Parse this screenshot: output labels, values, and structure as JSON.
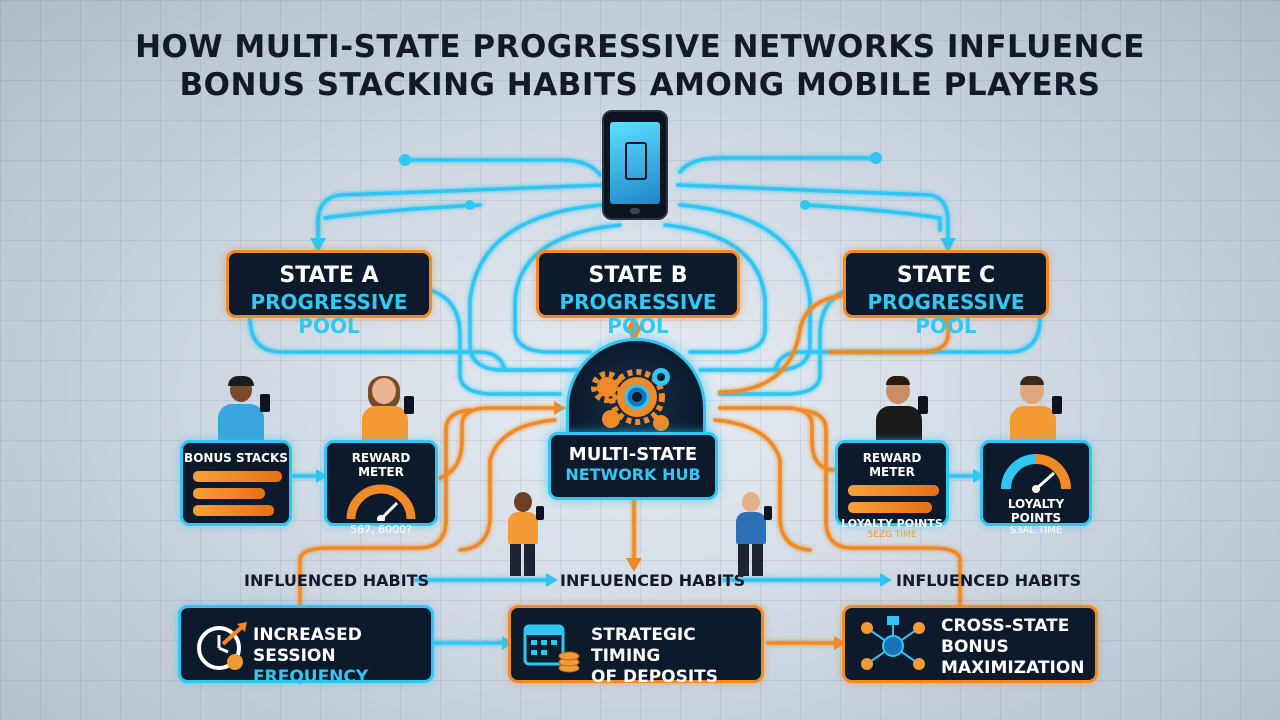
{
  "title_line1": "HOW MULTI-STATE PROGRESSIVE NETWORKS INFLUENCE",
  "title_line2": "BONUS STACKING HABITS AMONG MOBILE PLAYERS",
  "states": [
    {
      "name": "STATE A",
      "sub": "PROGRESSIVE POOL"
    },
    {
      "name": "STATE B",
      "sub": "PROGRESSIVE POOL"
    },
    {
      "name": "STATE C",
      "sub": "PROGRESSIVE POOL"
    }
  ],
  "hub": {
    "line1": "MULTI-STATE",
    "line2": "NETWORK HUB"
  },
  "left_cards": {
    "bonus_stacks": "BONUS STACKS",
    "reward_meter": "REWARD METER",
    "reward_value": "567, 6000?"
  },
  "right_cards": {
    "reward_meter": "REWARD METER",
    "loyalty_points": "LOYALTY POINTS",
    "time_label": "5EZG TIME",
    "loyalty_points_2": "LOYALTY POINTS",
    "time_label_2": "S3AL TIME"
  },
  "habit_labels": [
    "INFLUENCED HABITS",
    "INFLUENCED HABITS",
    "INFLUENCED HABITS"
  ],
  "habits": [
    {
      "line1": "INCREASED SESSION",
      "line2": "FREQUENCY"
    },
    {
      "line1": "STRATEGIC TIMING",
      "line2": "OF DEPOSITS"
    },
    {
      "line1": "CROSS-STATE",
      "line2": "BONUS",
      "line3": "MAXIMIZATION"
    }
  ],
  "colors": {
    "blue": "#2fc6f2",
    "orange": "#f08a26",
    "navy": "#0c1a2c"
  }
}
